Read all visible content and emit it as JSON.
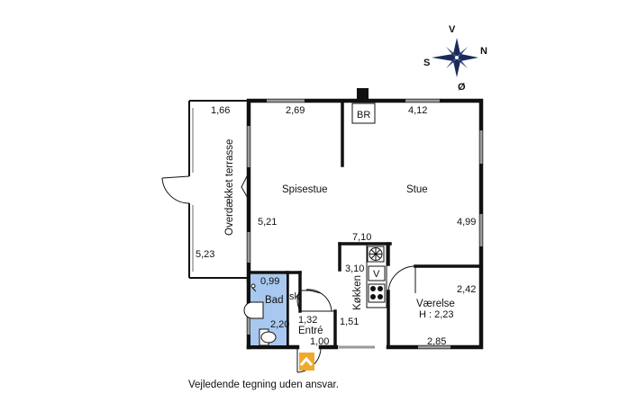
{
  "compass": {
    "north": "N",
    "south": "S",
    "east": "Ø",
    "west": "V"
  },
  "rooms": {
    "terrace": "Overdækket terrasse",
    "dining": "Spisestue",
    "living": "Stue",
    "kitchen": "Køkken",
    "bedroom": "Værelse",
    "bedroom_height": "H : 2,23",
    "bath": "Bad",
    "entry": "Entré",
    "closet": "sk",
    "stove": "BR",
    "fridge": "V"
  },
  "dimensions": {
    "terrace_width": "1,66",
    "terrace_length": "5,23",
    "dining_width": "2,69",
    "dining_length": "5,21",
    "living_width": "4,12",
    "living_length": "4,99",
    "kitchen_top": "7,10",
    "kitchen_side": "3,10",
    "kitchen_bottom": "1,51",
    "bedroom_side": "2,42",
    "bedroom_width": "2,85",
    "bath_width": "0,99",
    "bath_length": "2,20",
    "entry_width": "1,32",
    "entry_length": "1,00"
  },
  "colors": {
    "wall": "#111111",
    "window": "#9a9a9a",
    "bath_fill": "#a9c8ef",
    "entrance_arrow": "#f0a92a"
  },
  "footer": "Vejledende tegning uden ansvar."
}
